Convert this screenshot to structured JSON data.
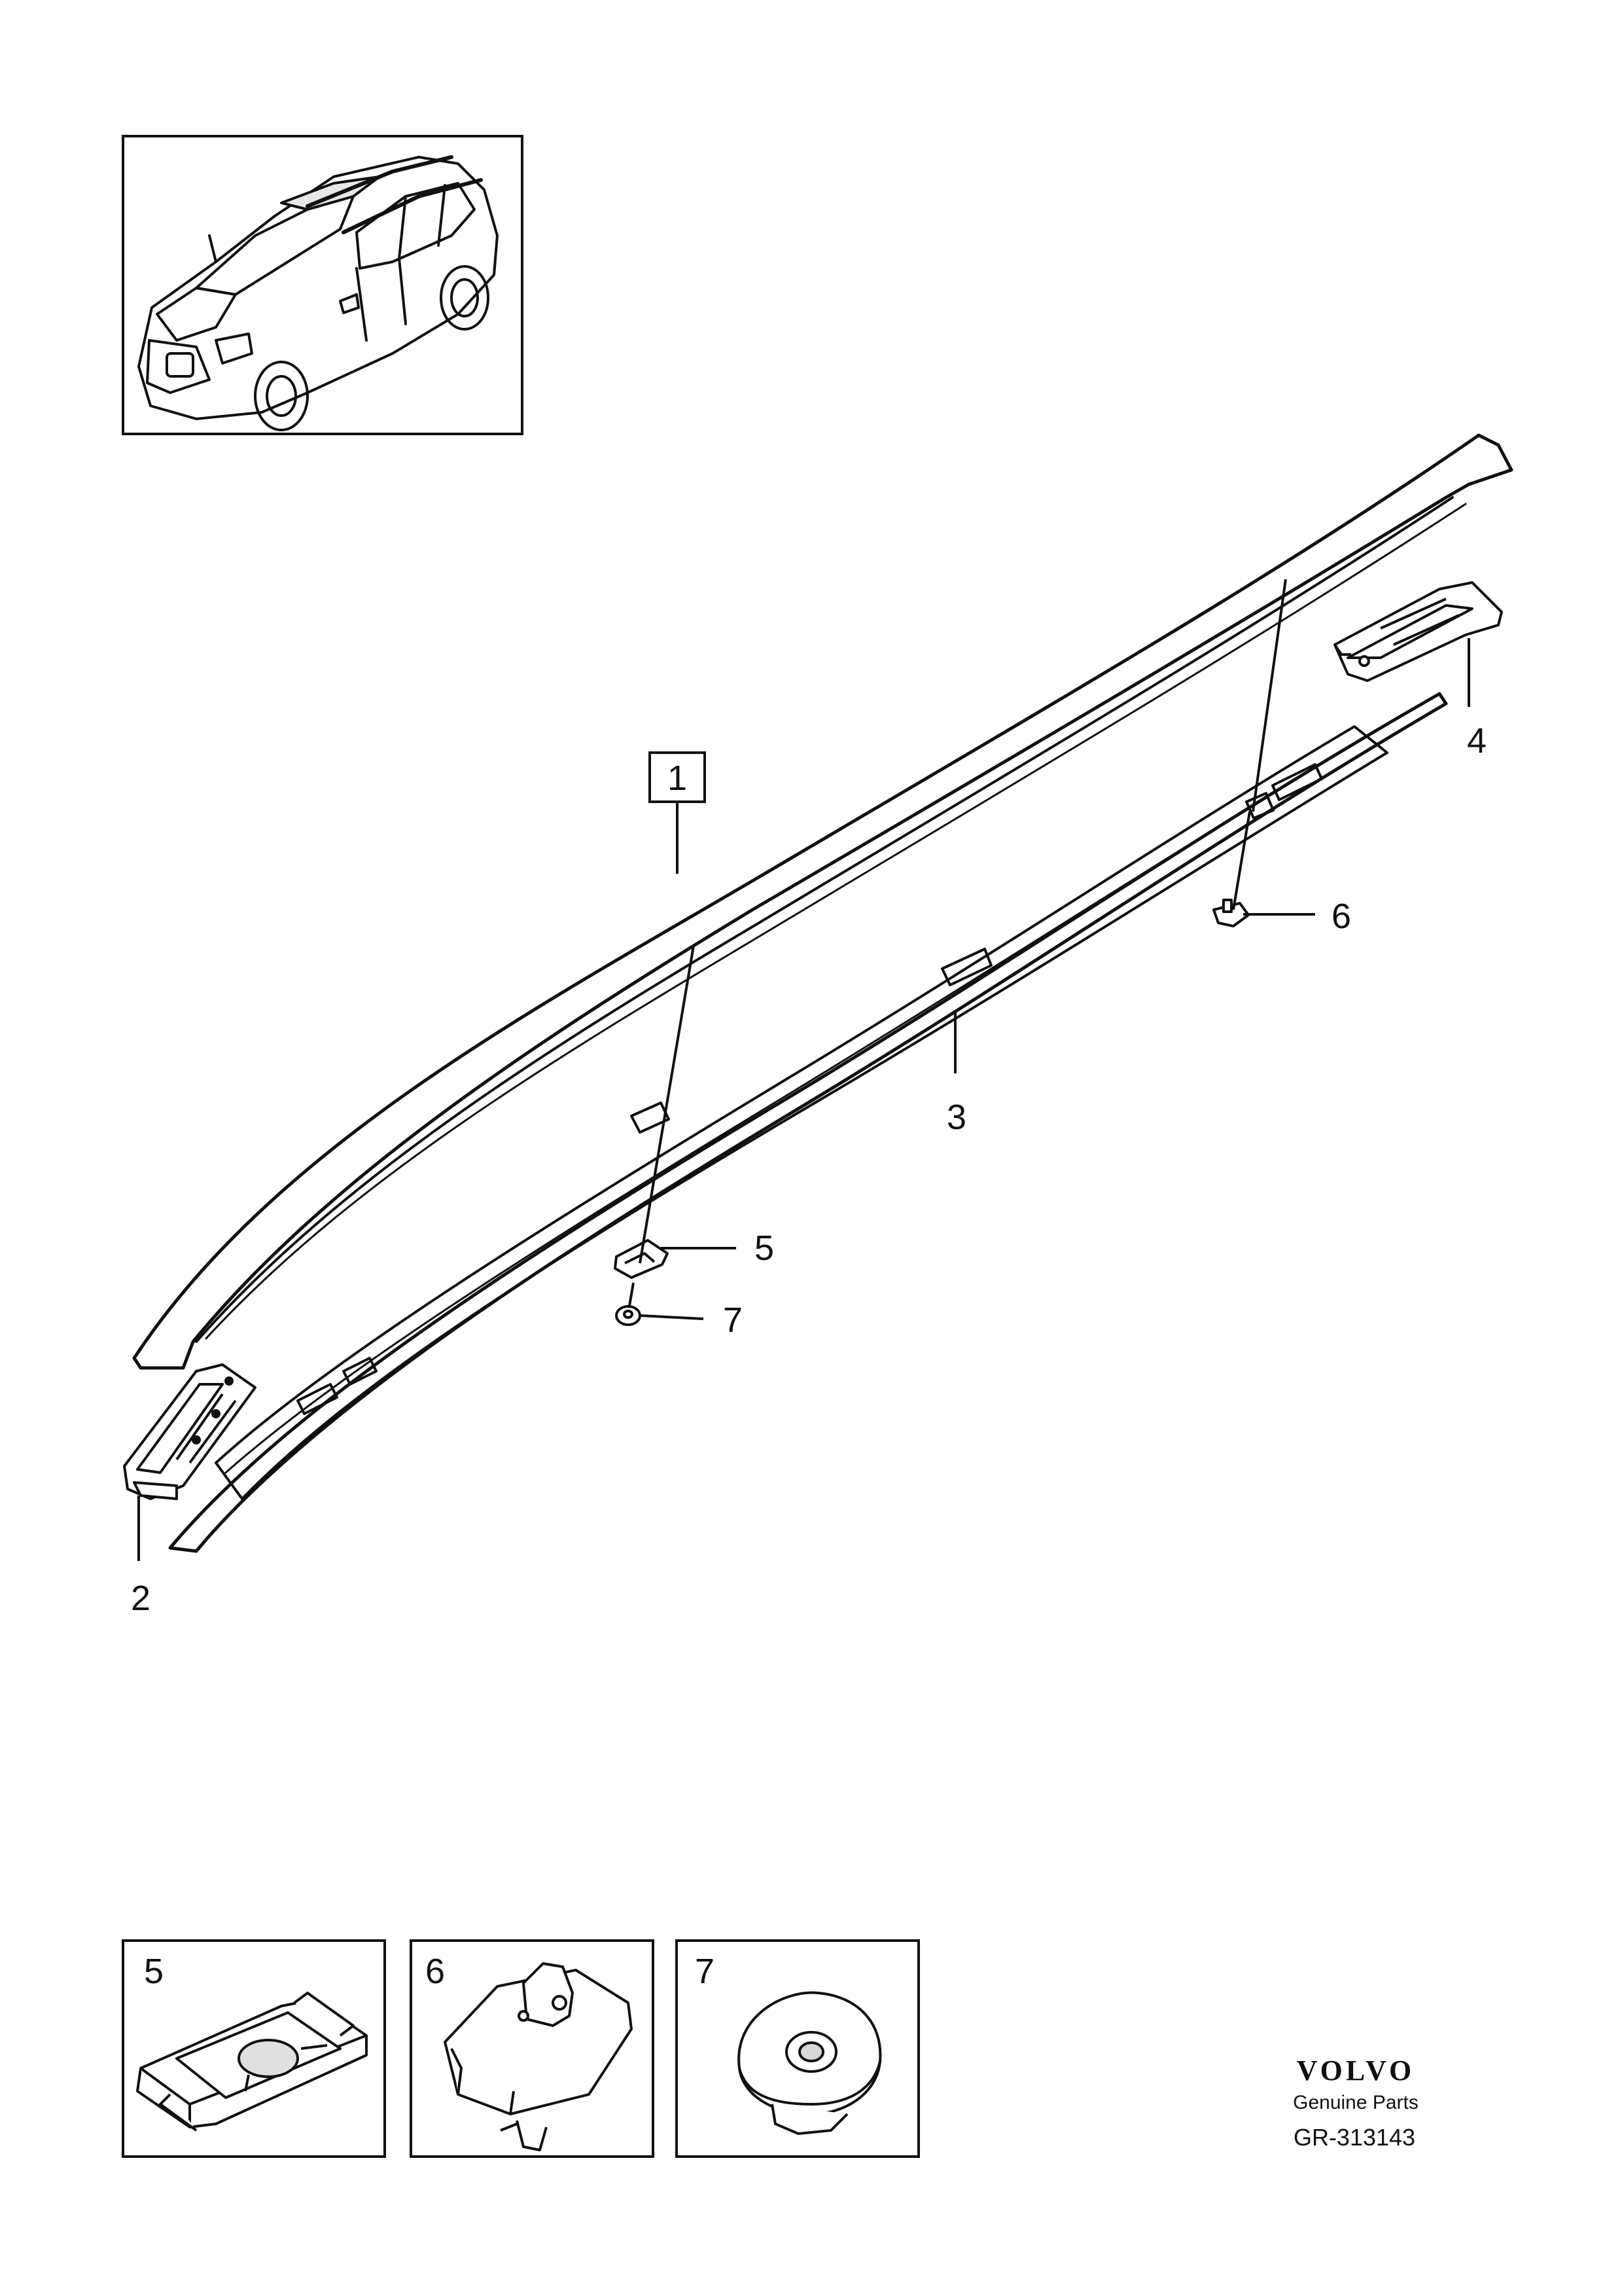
{
  "thumbnail": {
    "icon": "suv-car-icon"
  },
  "callouts": {
    "c1": "1",
    "c2": "2",
    "c3": "3",
    "c4": "4",
    "c5": "5",
    "c6": "6",
    "c7": "7"
  },
  "detail_panels": [
    {
      "label": "5",
      "icon": "clip-icon"
    },
    {
      "label": "6",
      "icon": "push-fastener-icon"
    },
    {
      "label": "7",
      "icon": "grommet-icon"
    }
  ],
  "branding": {
    "brand": "VOLVO",
    "subtitle": "Genuine Parts",
    "code": "GR-313143"
  }
}
